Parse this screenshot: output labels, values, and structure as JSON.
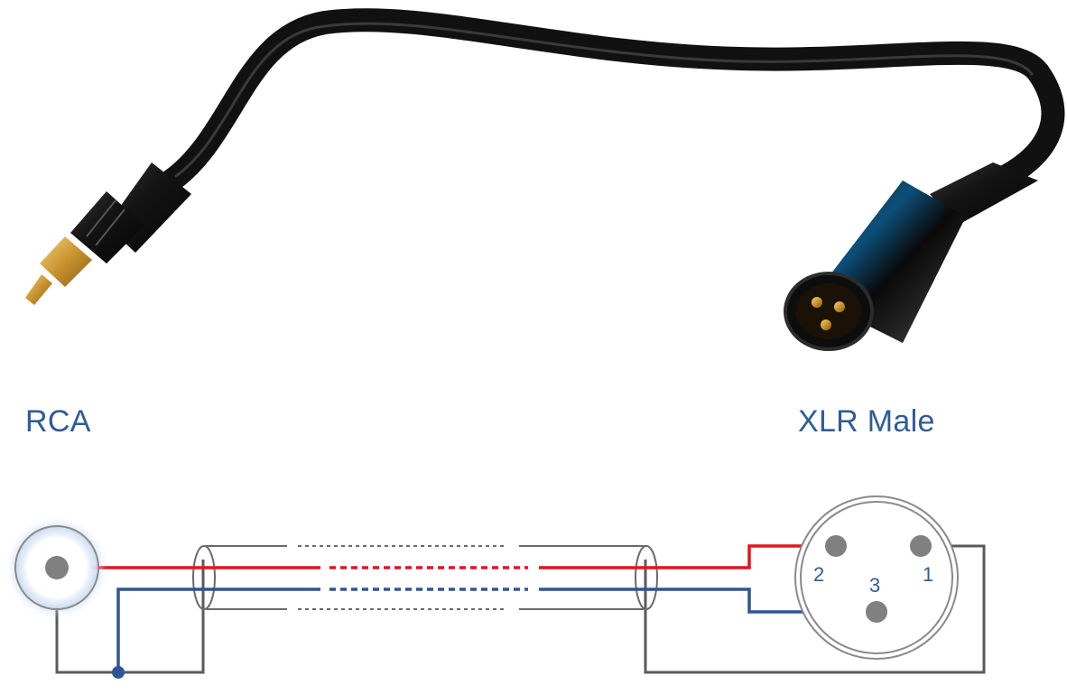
{
  "connectors": {
    "left": {
      "label": "RCA"
    },
    "right": {
      "label": "XLR Male"
    }
  },
  "xlr_pins": [
    {
      "number": "2"
    },
    {
      "number": "3"
    },
    {
      "number": "1"
    }
  ],
  "colors": {
    "signal": "#e2161b",
    "ground": "#2e5595",
    "shield": "#5a5a5a",
    "label": "#2e5c95",
    "pin": "#808080"
  }
}
